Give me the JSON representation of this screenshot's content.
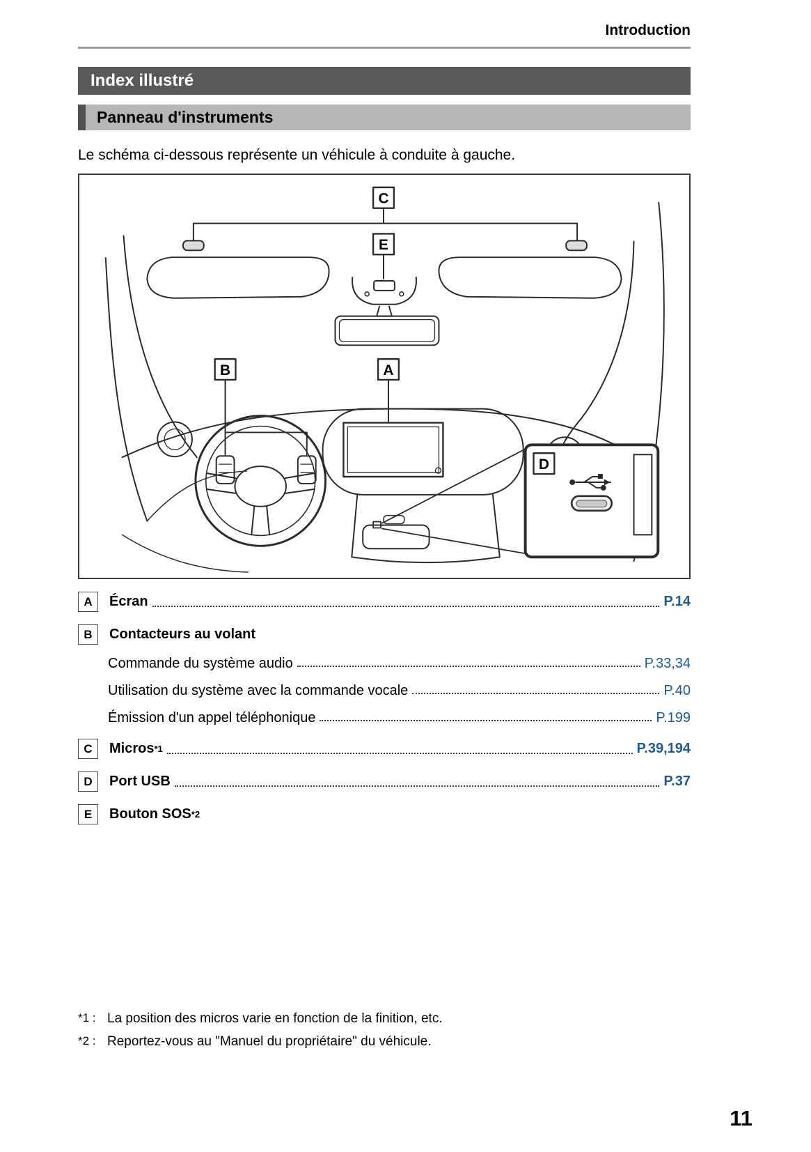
{
  "header": {
    "title": "Introduction"
  },
  "banners": {
    "primary": "Index illustré",
    "secondary": "Panneau d'instruments"
  },
  "intro_text": "Le schéma ci-dessous représente un véhicule à conduite à gauche.",
  "diagram": {
    "description": "Vue intérieure du tableau de bord avec repères",
    "labels": {
      "a": "A",
      "b": "B",
      "c": "C",
      "d": "D",
      "e": "E"
    }
  },
  "index": {
    "entries": [
      {
        "letter": "A",
        "label": "Écran",
        "page": "P.14"
      },
      {
        "letter": "B",
        "label": "Contacteurs au volant",
        "subs": [
          {
            "label": "Commande du système audio",
            "page": "P.33,34"
          },
          {
            "label": "Utilisation du système avec la commande vocale",
            "page": "P.40"
          },
          {
            "label": "Émission d'un appel téléphonique",
            "page": "P.199"
          }
        ]
      },
      {
        "letter": "C",
        "label": "Micros",
        "sup": "*1",
        "page": "P.39,194"
      },
      {
        "letter": "D",
        "label": "Port USB",
        "page": "P.37"
      },
      {
        "letter": "E",
        "label": "Bouton SOS",
        "sup": "*2"
      }
    ]
  },
  "footnotes": [
    {
      "marker": "*1 :",
      "text": "La position des micros varie en fonction de la finition, etc."
    },
    {
      "marker": "*2 :",
      "text": "Reportez-vous au \"Manuel du propriétaire\" du véhicule."
    }
  ],
  "page_number": "11"
}
